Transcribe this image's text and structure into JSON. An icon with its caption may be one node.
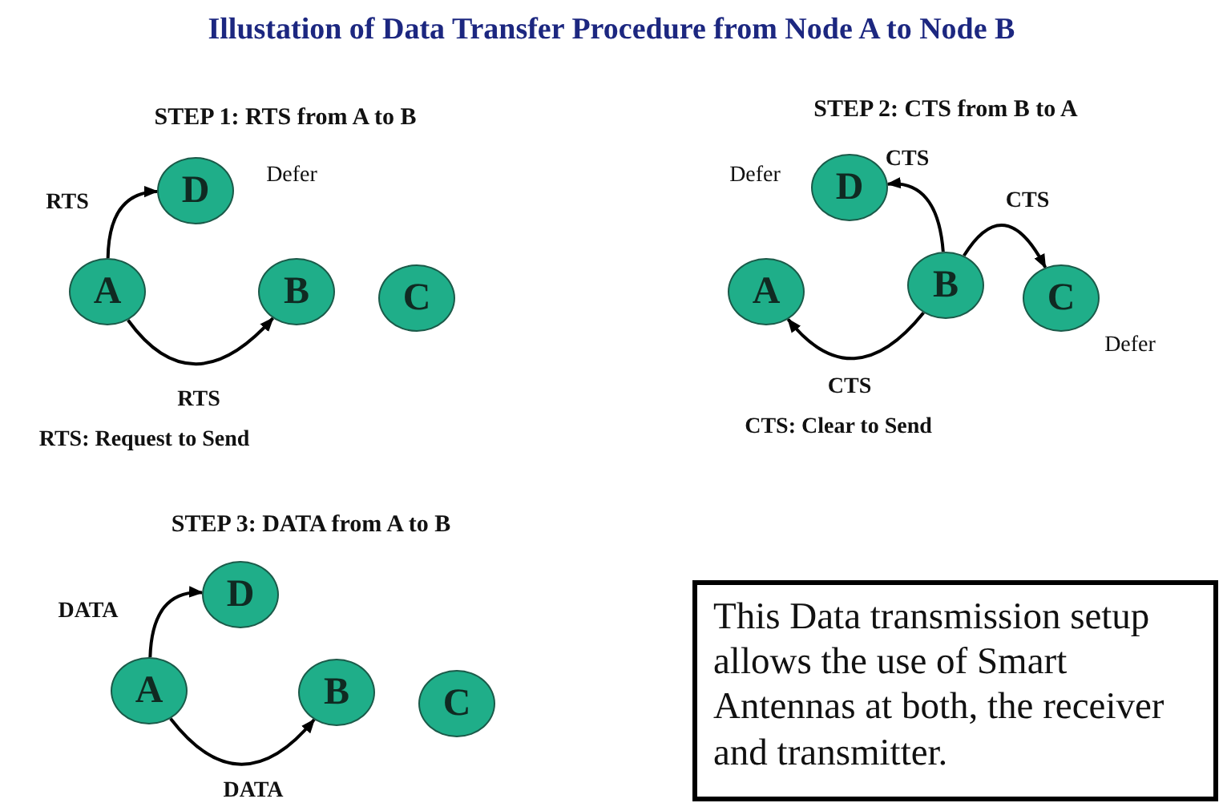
{
  "diagram": {
    "title": "Illustation of Data Transfer Procedure from Node A to Node B",
    "nodes": [
      {
        "text": [
          "D"
        ],
        "beside": [
          "Defer"
        ]
      },
      {
        "text": [
          "A"
        ]
      },
      {
        "text": [
          "B"
        ]
      },
      {
        "text": [
          "C"
        ]
      },
      {
        "text": [
          "D"
        ],
        "beside": [
          "Defer"
        ]
      },
      {
        "text": [
          "A"
        ]
      },
      {
        "text": [
          "B"
        ]
      },
      {
        "text": [
          "C"
        ],
        "beside": [
          "Defer"
        ]
      },
      {
        "text": [
          "D"
        ]
      },
      {
        "text": [
          "A"
        ]
      },
      {
        "text": [
          "B"
        ]
      },
      {
        "text": [
          "C"
        ]
      },
      {
        "text": [
          "This Data transmission setup allows the use of Smart Antennas at both, the receiver and transmitter."
        ]
      }
    ],
    "edges": [
      {
        "from": 1,
        "to": 0,
        "arrow": "to",
        "label": "RTS"
      },
      {
        "from": 1,
        "to": 2,
        "arrow": "to",
        "label": "RTS"
      },
      {
        "from": 6,
        "to": 4,
        "arrow": "to",
        "label": "CTS"
      },
      {
        "from": 6,
        "to": 7,
        "arrow": "to",
        "label": "CTS"
      },
      {
        "from": 6,
        "to": 5,
        "arrow": "to",
        "label": "CTS"
      },
      {
        "from": 9,
        "to": 8,
        "arrow": "to",
        "label": "DATA"
      },
      {
        "from": 9,
        "to": 10,
        "arrow": "to",
        "label": "DATA"
      }
    ],
    "labels": [
      "STEP 1: RTS from A to B",
      "RTS: Request to Send",
      "STEP 2: CTS from B to A",
      "CTS: Clear to Send",
      "STEP 3: DATA from A to B"
    ]
  }
}
